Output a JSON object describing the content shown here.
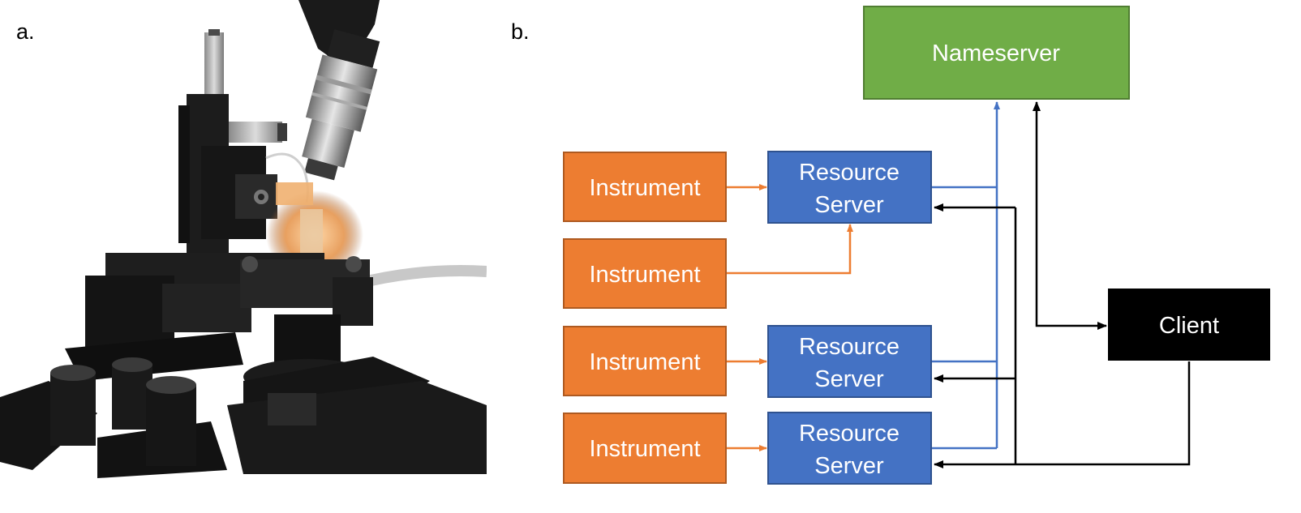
{
  "panels": {
    "a_label": "a.",
    "b_label": "b."
  },
  "diagram": {
    "nameserver": "Nameserver",
    "client": "Client",
    "instrument": "Instrument",
    "resource_server_line1": "Resource",
    "resource_server_line2": "Server"
  },
  "colors": {
    "instrument": "#ed7d31",
    "resource_server": "#4472c4",
    "nameserver": "#70ad47",
    "client": "#000000",
    "registration_arrow": "#4472c4",
    "client_arrow": "#000000",
    "instrument_arrow": "#ed7d31"
  },
  "photo": {
    "subject": "microscope-micromanipulator-stage-photo"
  }
}
